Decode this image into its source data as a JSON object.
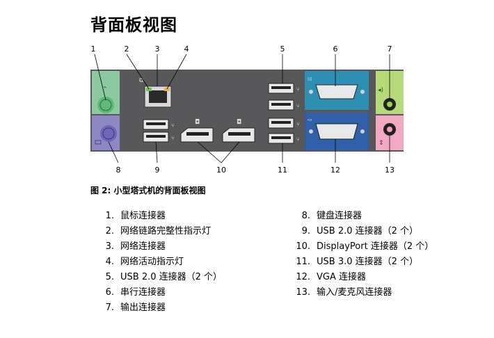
{
  "title": "背面板视图",
  "figure": {
    "callouts_top": [
      "1",
      "2",
      "3",
      "4",
      "5",
      "6",
      "7"
    ],
    "callouts_bottom": [
      "8",
      "9",
      "10",
      "11",
      "12",
      "13"
    ],
    "colors": {
      "panel": "#58585a",
      "mouse_port_bg": "#8cc9a0",
      "mouse_port": "#5db87a",
      "keyboard_port_bg": "#8d87c4",
      "keyboard_port": "#6f68b6",
      "serial_bg": "#2d8fb4",
      "vga_bg": "#2f5fa8",
      "line_out_bg": "#b6d97a",
      "mic_bg": "#f2a9c3"
    }
  },
  "caption": "图 2: 小型塔式机的背面板视图",
  "list_left": [
    {
      "num": "1.",
      "text": "鼠标连接器"
    },
    {
      "num": "2.",
      "text": "网络链路完整性指示灯"
    },
    {
      "num": "3.",
      "text": "网络连接器"
    },
    {
      "num": "4.",
      "text": "网络活动指示灯"
    },
    {
      "num": "5.",
      "text": "USB 2.0 连接器（2 个）"
    },
    {
      "num": "6.",
      "text": "串行连接器"
    },
    {
      "num": "7.",
      "text": "输出连接器"
    }
  ],
  "list_right": [
    {
      "num": "8.",
      "text": "键盘连接器"
    },
    {
      "num": "9.",
      "text": "USB 2.0 连接器（2 个）"
    },
    {
      "num": "10.",
      "text": "DisplayPort 连接器（2 个）"
    },
    {
      "num": "11.",
      "text": "USB 3.0 连接器（2 个）"
    },
    {
      "num": "12.",
      "text": "VGA 连接器"
    },
    {
      "num": "13.",
      "text": "输入/麦克风连接器"
    }
  ]
}
